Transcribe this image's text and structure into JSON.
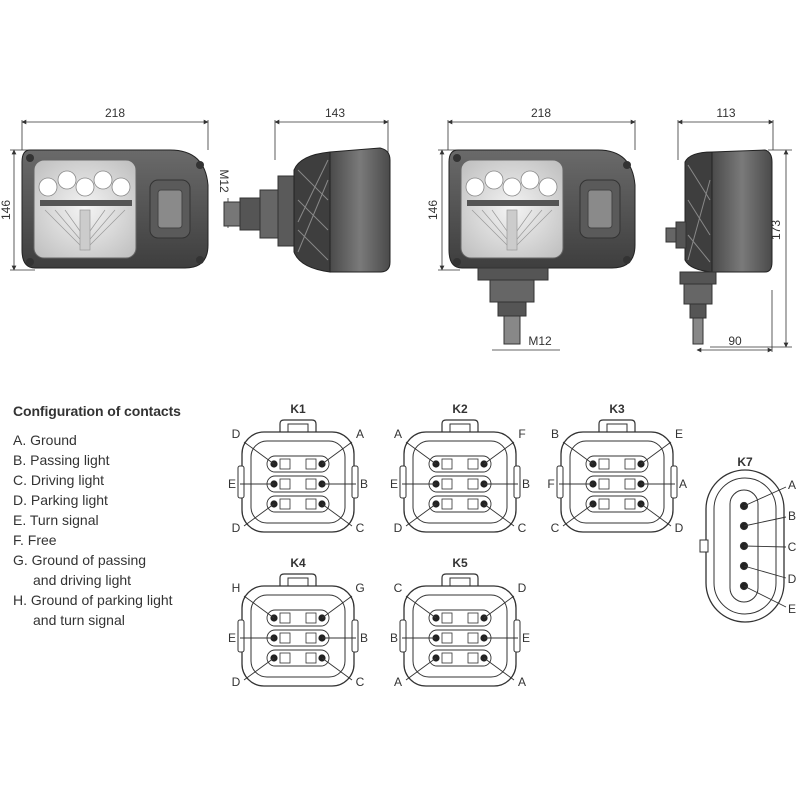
{
  "dimensions": {
    "front_left_width": "218",
    "front_left_height": "146",
    "side_left_width": "143",
    "side_left_thread": "M12",
    "front_right_width": "218",
    "front_right_height": "146",
    "front_right_thread": "M12",
    "side_right_width": "113",
    "side_right_height": "173",
    "side_right_depth": "90"
  },
  "config": {
    "title": "Configuration of contacts",
    "items": [
      {
        "label": "A. Ground"
      },
      {
        "label": "B. Passing light"
      },
      {
        "label": "C. Driving light"
      },
      {
        "label": "D. Parking light"
      },
      {
        "label": "E. Turn signal"
      },
      {
        "label": "F. Free"
      },
      {
        "label": "G. Ground of passing",
        "label2": "and driving light"
      },
      {
        "label": "H. Ground of parking light",
        "label2": "and turn signal"
      }
    ]
  },
  "connectors": {
    "K1": {
      "title": "K1",
      "tl": "D",
      "tr": "A",
      "ml": "E",
      "mr": "B",
      "bl": "D",
      "br": "C"
    },
    "K2": {
      "title": "K2",
      "tl": "A",
      "tr": "F",
      "ml": "E",
      "mr": "B",
      "bl": "D",
      "br": "C"
    },
    "K3": {
      "title": "K3",
      "tl": "B",
      "tr": "E",
      "ml": "F",
      "mr": "A",
      "bl": "C",
      "br": "D"
    },
    "K4": {
      "title": "K4",
      "tl": "H",
      "tr": "G",
      "ml": "E",
      "mr": "B",
      "bl": "D",
      "br": "C"
    },
    "K5": {
      "title": "K5",
      "tl": "C",
      "tr": "D",
      "ml": "B",
      "mr": "E",
      "bl": "A",
      "br": "A"
    },
    "K7": {
      "title": "K7",
      "p1": "A",
      "p2": "B",
      "p3": "C",
      "p4": "D",
      "p5": "E"
    }
  }
}
